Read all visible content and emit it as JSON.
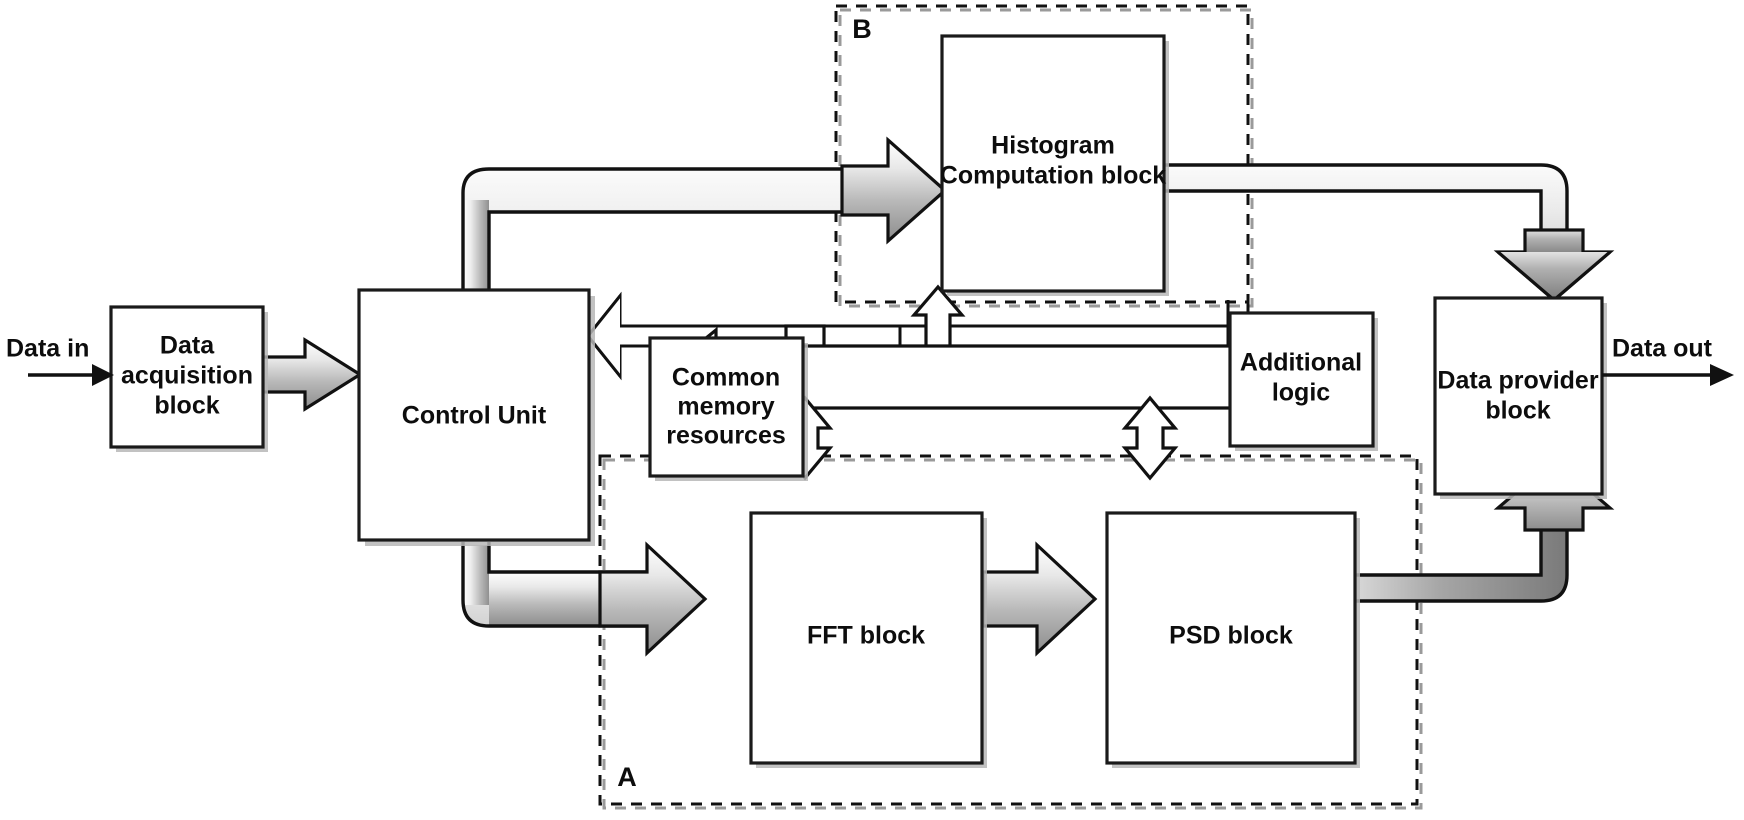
{
  "diagram": {
    "title": "Signal processing architecture block diagram",
    "io": {
      "input_label": "Data in",
      "output_label": "Data out"
    },
    "groups": [
      {
        "id": "A",
        "label": "A",
        "contains": [
          "FFT block",
          "PSD block"
        ]
      },
      {
        "id": "B",
        "label": "B",
        "contains": [
          "Histogram Computation block"
        ]
      }
    ],
    "blocks": [
      {
        "id": "data-acquisition",
        "label_line1": "Data",
        "label_line2": "acquisition",
        "label_line3": "block"
      },
      {
        "id": "control-unit",
        "label_line1": "Control Unit"
      },
      {
        "id": "common-memory",
        "label_line1": "Common",
        "label_line2": "memory",
        "label_line3": "resources"
      },
      {
        "id": "histogram",
        "label_line1": "Histogram",
        "label_line2": "Computation block"
      },
      {
        "id": "additional-logic",
        "label_line1": "Additional",
        "label_line2": "logic"
      },
      {
        "id": "fft",
        "label_line1": "FFT block"
      },
      {
        "id": "psd",
        "label_line1": "PSD block"
      },
      {
        "id": "data-provider",
        "label_line1": "Data provider",
        "label_line2": "block"
      }
    ],
    "colors": {
      "stroke": "#111111",
      "block_fill": "#ffffff",
      "shadow": "#b7b7b7",
      "pipe_light": "#ffffff",
      "pipe_mid": "#c9c9c9",
      "pipe_dark": "#8f8f8f",
      "background": "#ffffff"
    }
  }
}
